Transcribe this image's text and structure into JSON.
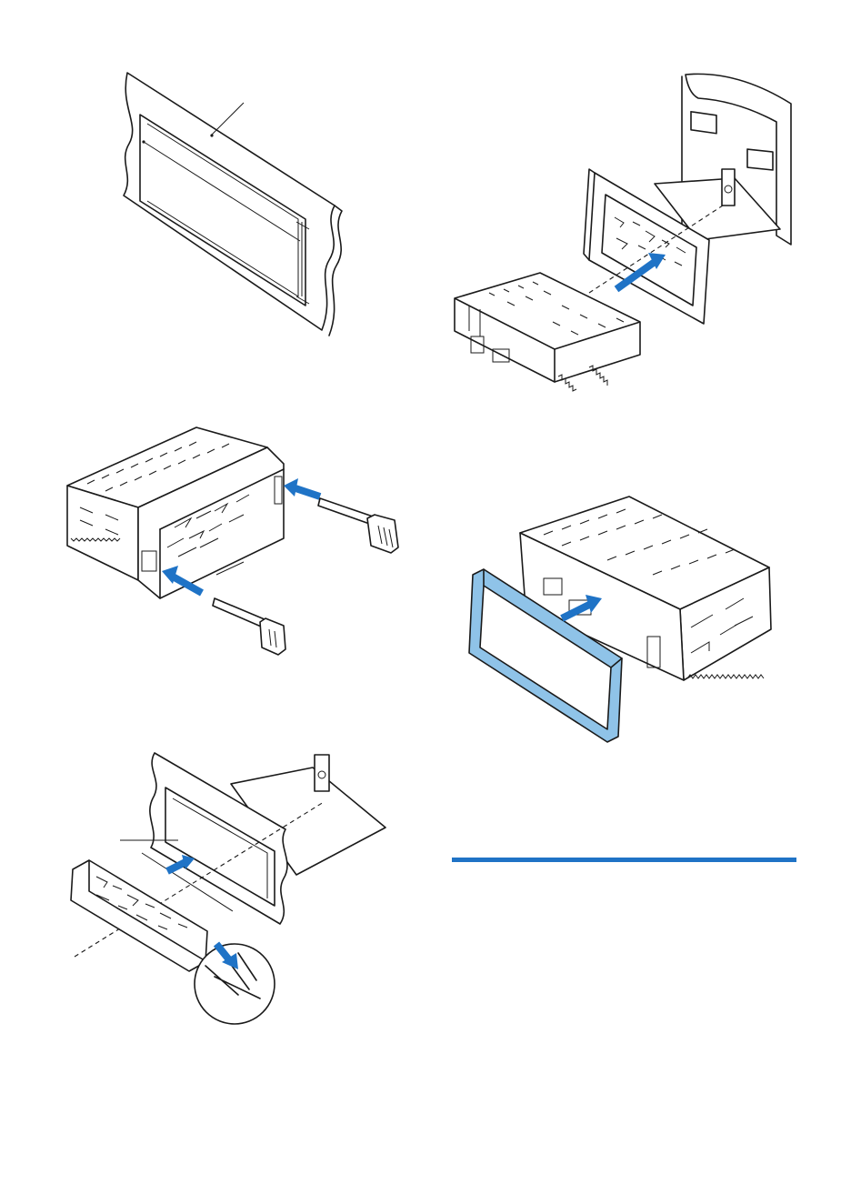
{
  "page": {
    "accent_color": "#1f73c6",
    "line_color": "#1a1a1a"
  },
  "figures": [
    {
      "name": "dashboard-opening-dimensions",
      "icon": "panel-opening-diagram"
    },
    {
      "name": "insert-sleeve-into-dashboard",
      "icon": "sleeve-insert-diagram"
    },
    {
      "name": "remove-unit-with-keys",
      "icon": "release-keys-diagram"
    },
    {
      "name": "attach-trim-frame",
      "icon": "trim-frame-diagram"
    },
    {
      "name": "mount-sleeve-bend-tabs",
      "icon": "bend-tabs-diagram"
    }
  ],
  "section_rule_color": "#1f73c6"
}
